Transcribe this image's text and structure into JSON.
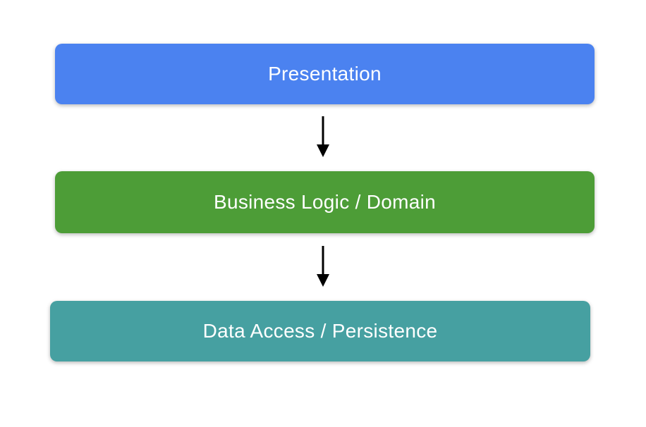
{
  "diagram": {
    "background_color": "#FFFFFF",
    "text_color": "#FFFFFF",
    "arrow_color": "#000000",
    "boxes": [
      {
        "label": "Presentation",
        "fill": "#4B82F0"
      },
      {
        "label": "Business Logic / Domain",
        "fill": "#4D9D37"
      },
      {
        "label": "Data Access / Persistence",
        "fill": "#46A0A1"
      }
    ],
    "arrows": [
      {
        "from": "Presentation",
        "to": "Business Logic / Domain",
        "direction": "down"
      },
      {
        "from": "Business Logic / Domain",
        "to": "Data Access / Persistence",
        "direction": "down"
      }
    ]
  }
}
